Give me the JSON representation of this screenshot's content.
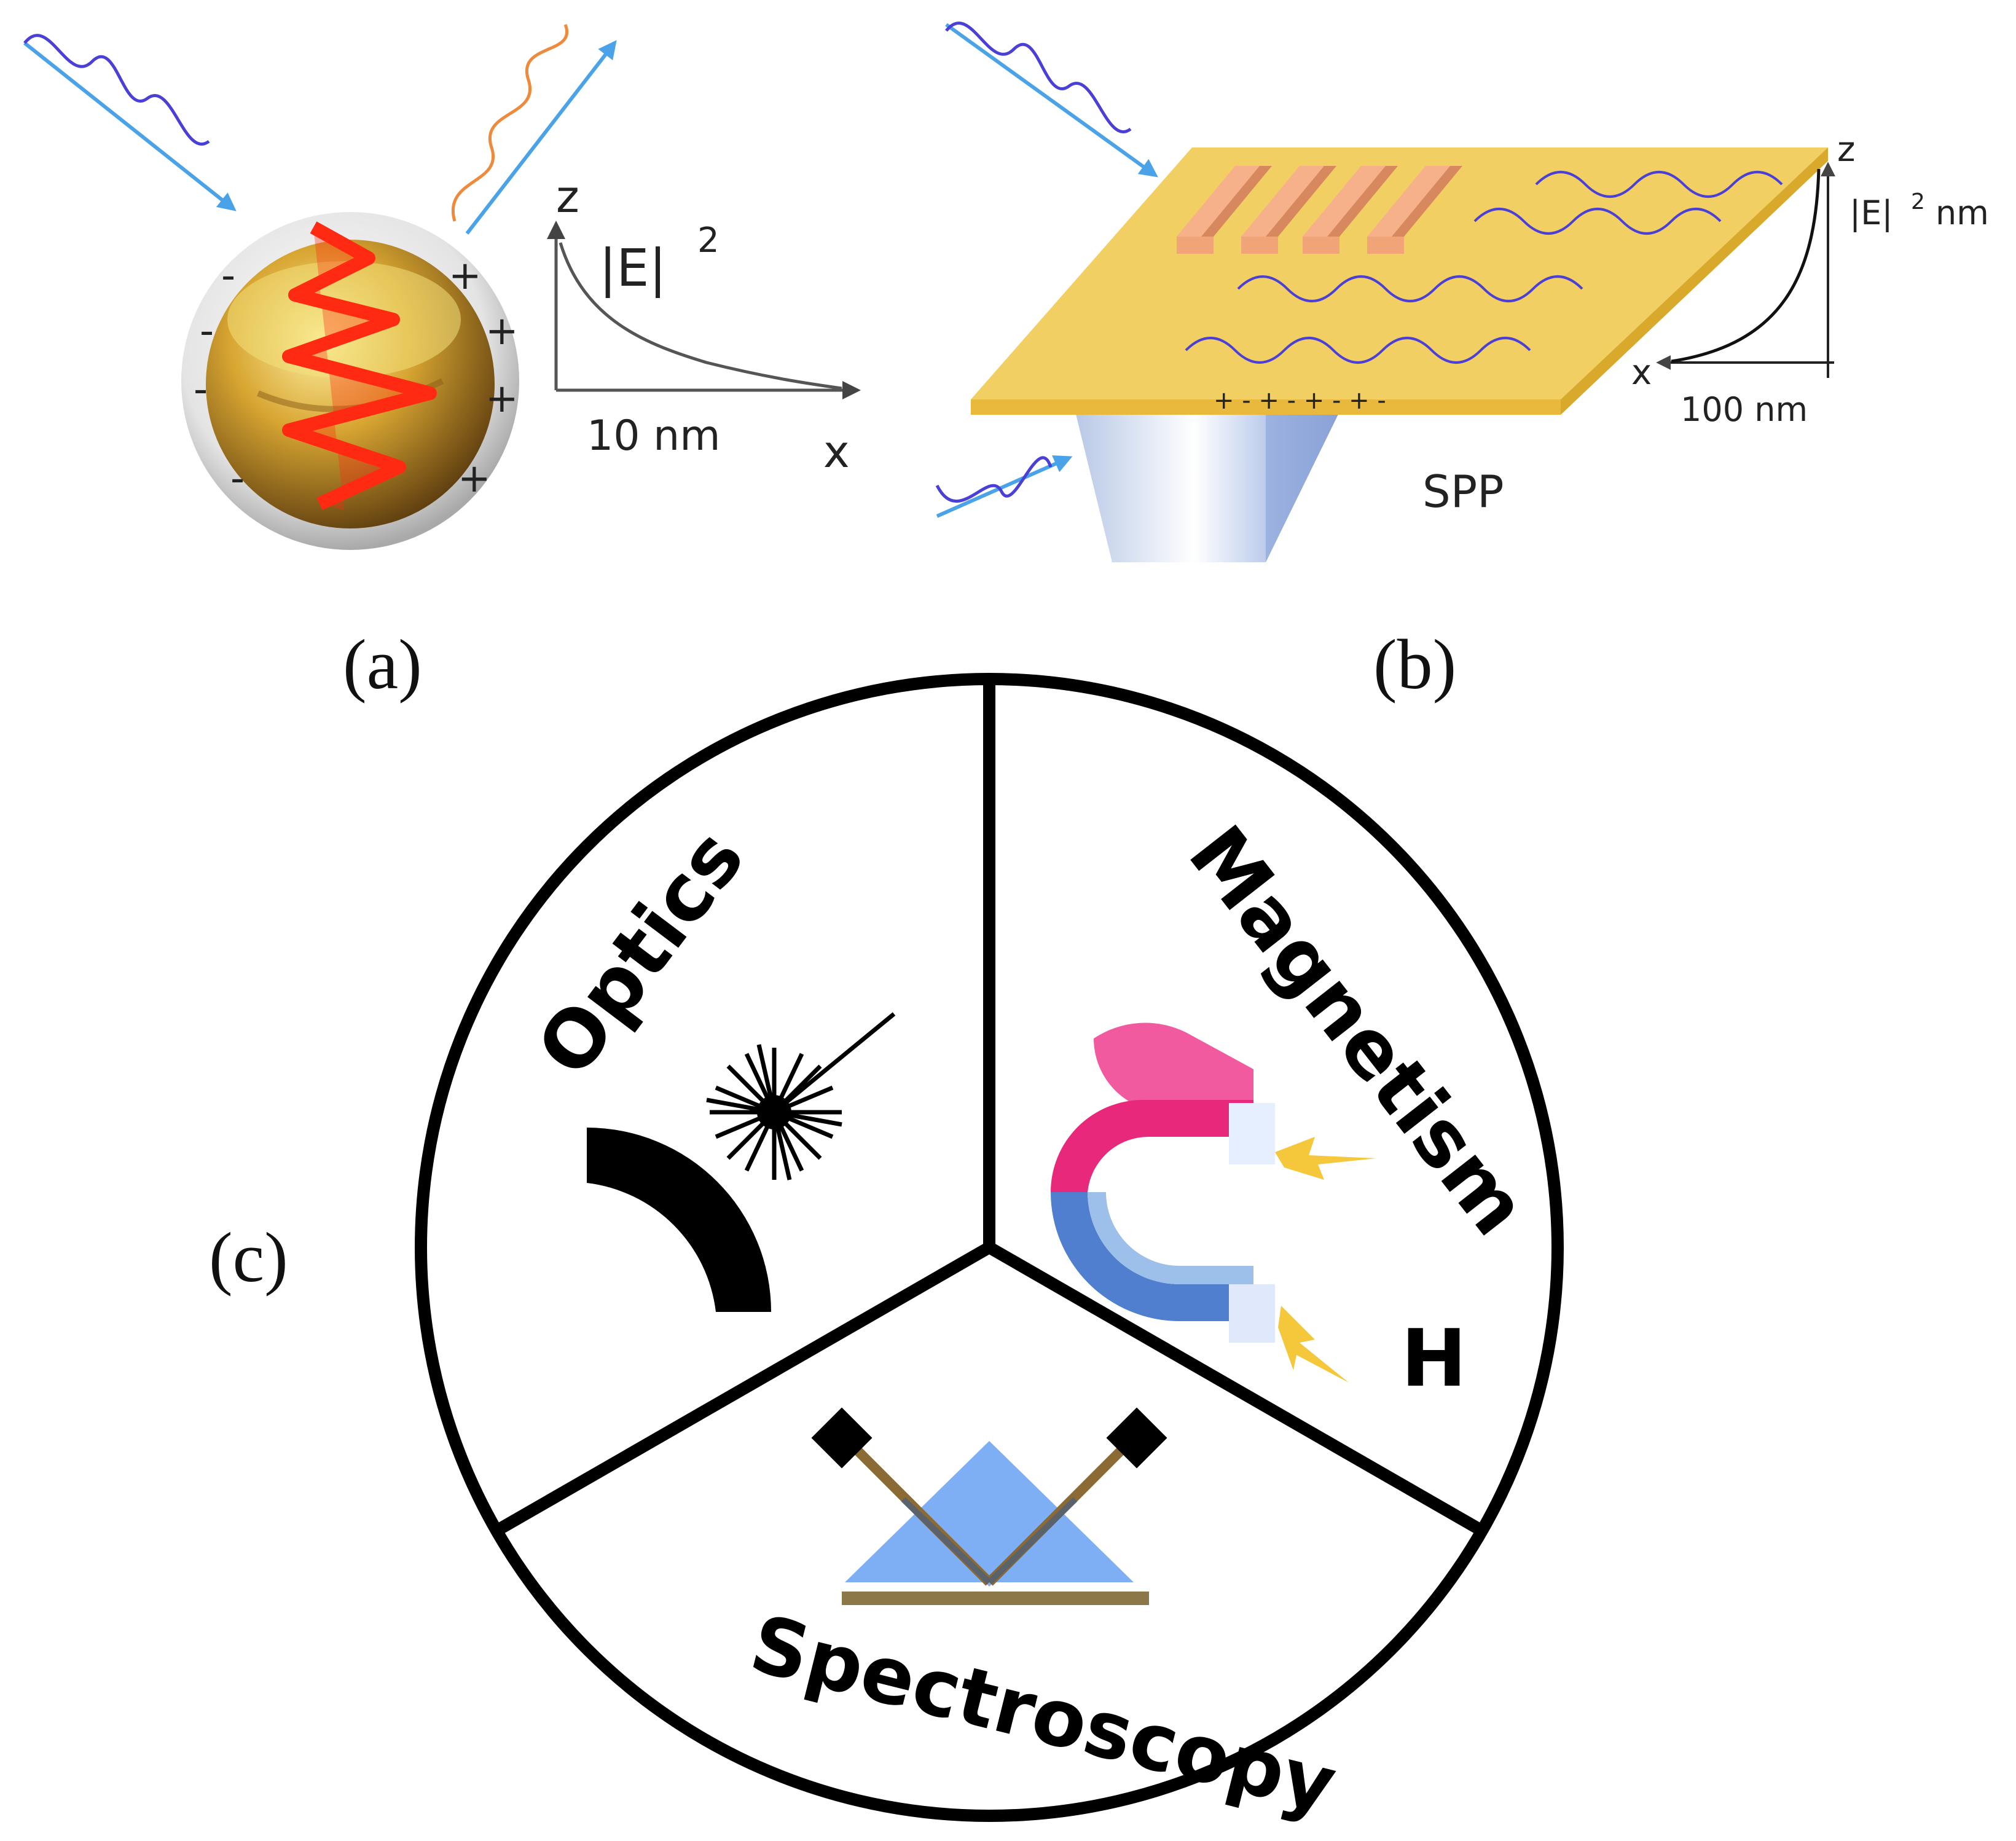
{
  "panel_a": {
    "label": "(a)",
    "axis_z": "z",
    "axis_x": "x",
    "field_label": "|E|",
    "field_exponent": "2",
    "scale_label": "10 nm",
    "charges_left": [
      "-",
      "-",
      "-",
      "-"
    ],
    "charges_right": [
      "+",
      "+",
      "+",
      "+"
    ]
  },
  "panel_b": {
    "label": "(b)",
    "axis_z": "z",
    "axis_x": "x",
    "field_label": "|E|",
    "field_exponent": "2",
    "field_unit": "nm",
    "scale_label": "100 nm",
    "spp_label": "SPP",
    "surface_charges": "+ - + - + - + -"
  },
  "panel_c": {
    "label": "(c)",
    "sectors": {
      "optics": "Optics",
      "magnetism": "Magnetism",
      "spectroscopy": "Spectroscopy"
    },
    "field_symbol": "H"
  },
  "colors": {
    "gold": "#f2cf63",
    "red_wave": "#ff2a12",
    "blue_wave": "#4a3fd6",
    "light_blue": "#4aa3e8",
    "magnet_pink": "#e8287a",
    "magnet_blue": "#4f7fce",
    "prism_blue": "#7eaff5",
    "lightning": "#f5c73a"
  }
}
